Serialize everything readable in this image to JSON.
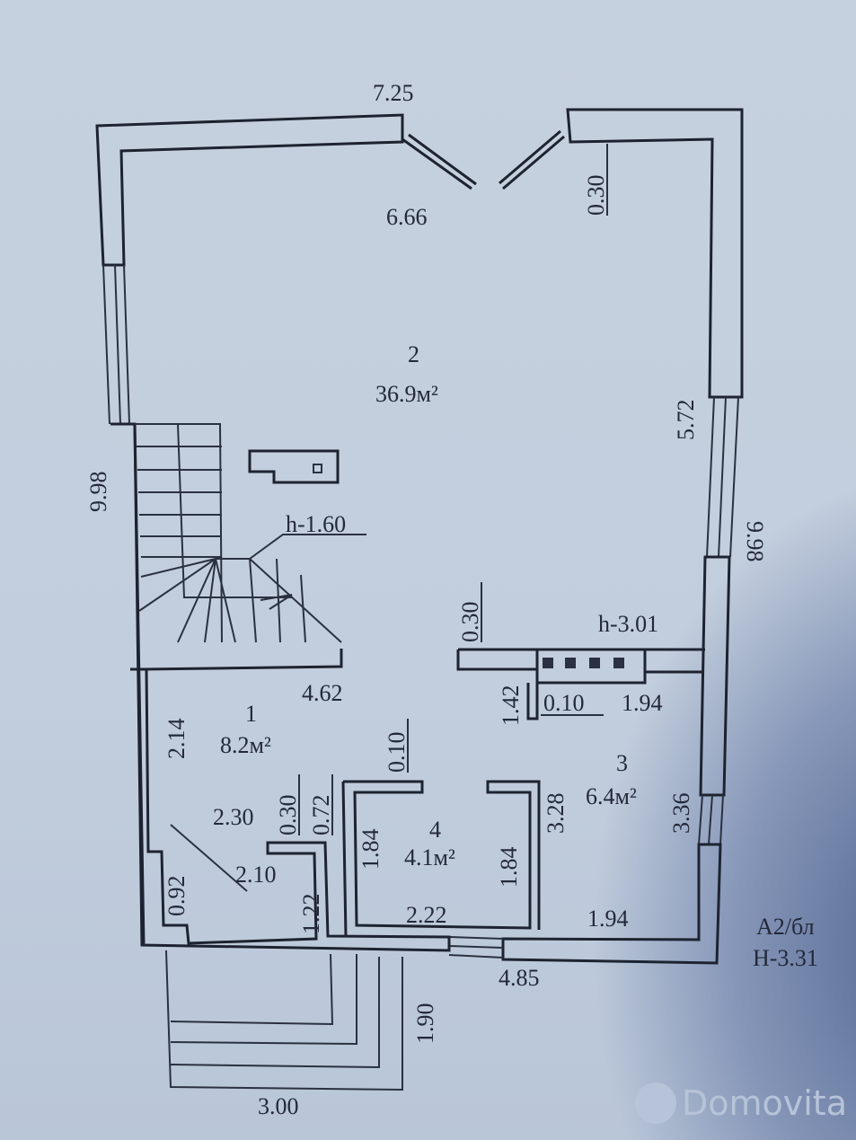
{
  "plan": {
    "rooms": [
      {
        "number": "2",
        "area": "36.9м²"
      },
      {
        "number": "1",
        "area": "8.2м²"
      },
      {
        "number": "3",
        "area": "6.4м²"
      },
      {
        "number": "4",
        "area": "4.1м²"
      }
    ],
    "dimensions": {
      "top_outer": "7.25",
      "top_inner": "6.66",
      "top_right_wall": "0.30",
      "left_outer": "9.98",
      "right_outer": "9.98",
      "right_inner": "5.72",
      "stair_height": "h-1.60",
      "partition_height": "h-3.01",
      "partition_thickness": "0.30",
      "room1_width": "4.62",
      "room1_height": "2.14",
      "vent_width": "0.10",
      "room3_width_top": "1.94",
      "room3_offset": "1.42",
      "room4_top_offset": "0.10",
      "hall_width": "2.30",
      "hall_wall": "0.30",
      "hall_door": "0.72",
      "room4_left": "1.84",
      "room4_right": "1.84",
      "room4_width": "2.22",
      "room3_left": "3.28",
      "room3_right": "3.36",
      "room3_width_bottom": "1.94",
      "entry_diag": "2.10",
      "entry_left": "0.92",
      "entry_right": "1.22",
      "bottom_outer": "4.85",
      "porch_height": "1.90",
      "porch_width": "3.00"
    },
    "stamp": {
      "line1": "А2/бл",
      "line2": "Н-3.31"
    }
  },
  "watermark": {
    "brand": "Domovita"
  }
}
